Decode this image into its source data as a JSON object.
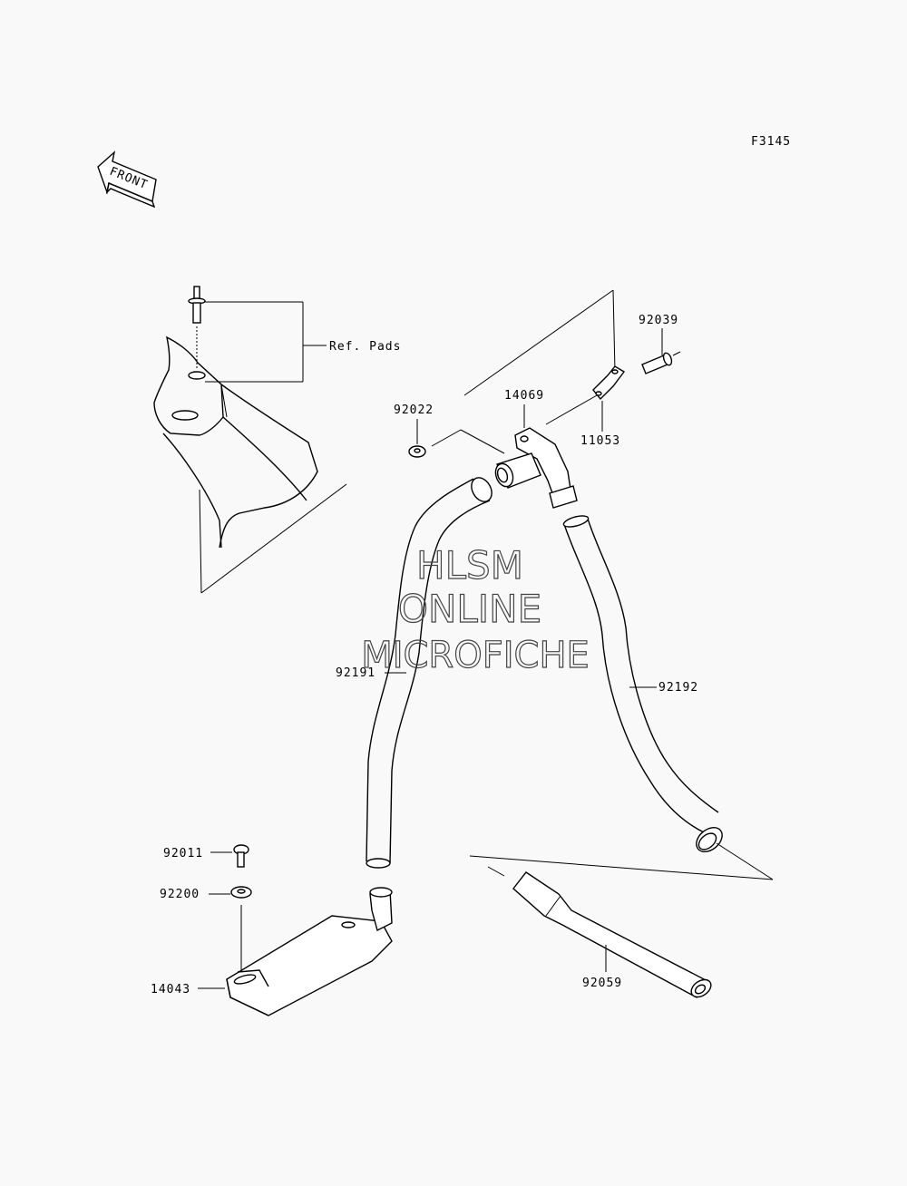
{
  "figure_id": "F3145",
  "front_label": "FRONT",
  "ref_label": "Ref. Pads",
  "watermark": {
    "line1": "HLSM",
    "line2": "ONLINE",
    "line3": "MICROFICHE"
  },
  "parts": {
    "p92039": "92039",
    "p14069": "14069",
    "p92022": "92022",
    "p11053": "11053",
    "p92191": "92191",
    "p92192": "92192",
    "p92011": "92011",
    "p92200": "92200",
    "p14043": "14043",
    "p92059": "92059"
  }
}
